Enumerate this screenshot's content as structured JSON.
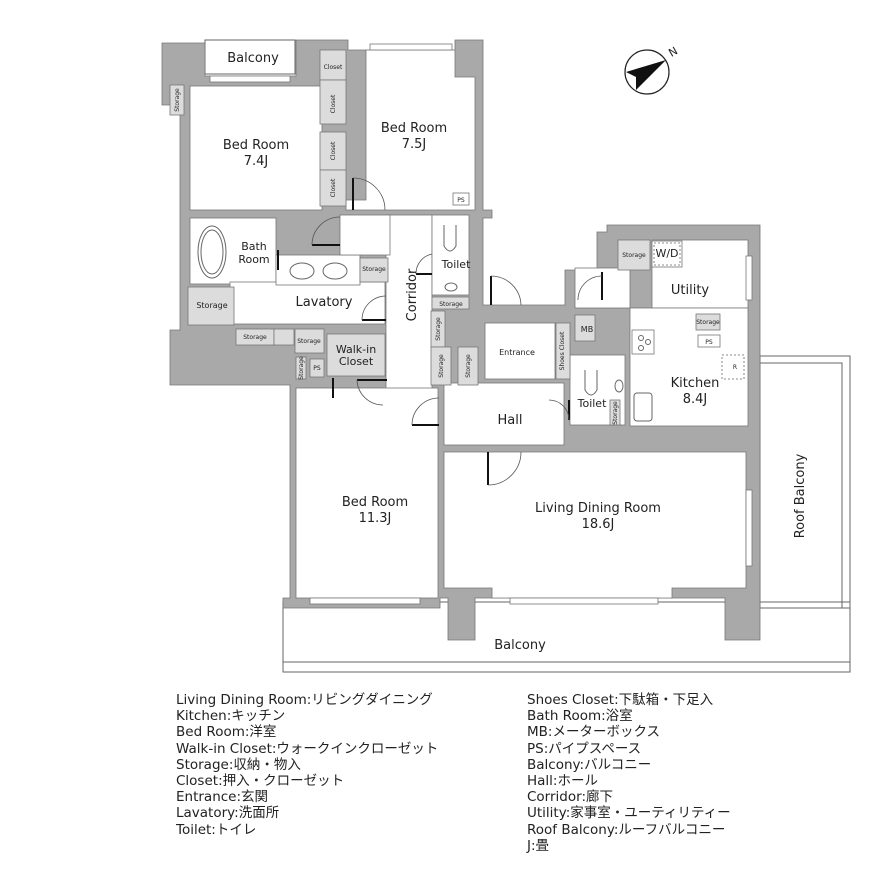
{
  "plan": {
    "rooms": {
      "balcony_top": "Balcony",
      "bed_room_1": {
        "name": "Bed Room",
        "size": "7.4J"
      },
      "bed_room_2": {
        "name": "Bed Room",
        "size": "7.5J"
      },
      "bed_room_3": {
        "name": "Bed Room",
        "size": "11.3J"
      },
      "bath_room": {
        "line1": "Bath",
        "line2": "Room"
      },
      "lavatory": "Lavatory",
      "walk_in_closet": {
        "line1": "Walk-in",
        "line2": "Closet"
      },
      "corridor": "Corridor",
      "toilet_1": "Toilet",
      "toilet_2": "Toilet",
      "entrance": "Entrance",
      "shoes_closet": "Shoes Closet",
      "hall": "Hall",
      "utility": "Utility",
      "wd": "W/D",
      "mb": "MB",
      "kitchen": {
        "name": "Kitchen",
        "size": "8.4J"
      },
      "fridge": "R",
      "living_dining": {
        "name": "Living Dining Room",
        "size": "18.6J"
      },
      "balcony_bottom": "Balcony",
      "roof_balcony": "Roof Balcony"
    },
    "small_labels": {
      "closet": "Closet",
      "storage": "Storage",
      "ps": "PS"
    },
    "compass": {
      "label": "N",
      "icon": "north-arrow-icon"
    }
  },
  "legend": {
    "left": [
      "Living Dining Room:リビングダイニング",
      "Kitchen:キッチン",
      "Bed Room:洋室",
      "Walk-in Closet:ウォークインクローゼット",
      "Storage:収納・物入",
      "Closet:押入・クローゼット",
      "Entrance:玄関",
      "Lavatory:洗面所",
      "Toilet:トイレ"
    ],
    "right": [
      "Shoes Closet:下駄箱・下足入",
      "Bath Room:浴室",
      "MB:メーターボックス",
      "PS:パイプスペース",
      "Balcony:バルコニー",
      "Hall:ホール",
      "Corridor:廊下",
      "Utility:家事室・ユーティリティー",
      "Roof Balcony:ルーフバルコニー",
      "J:畳"
    ]
  },
  "colors": {
    "wall": "#a9a9a9",
    "storage_fill": "#dcdcdc",
    "background": "#ffffff"
  }
}
